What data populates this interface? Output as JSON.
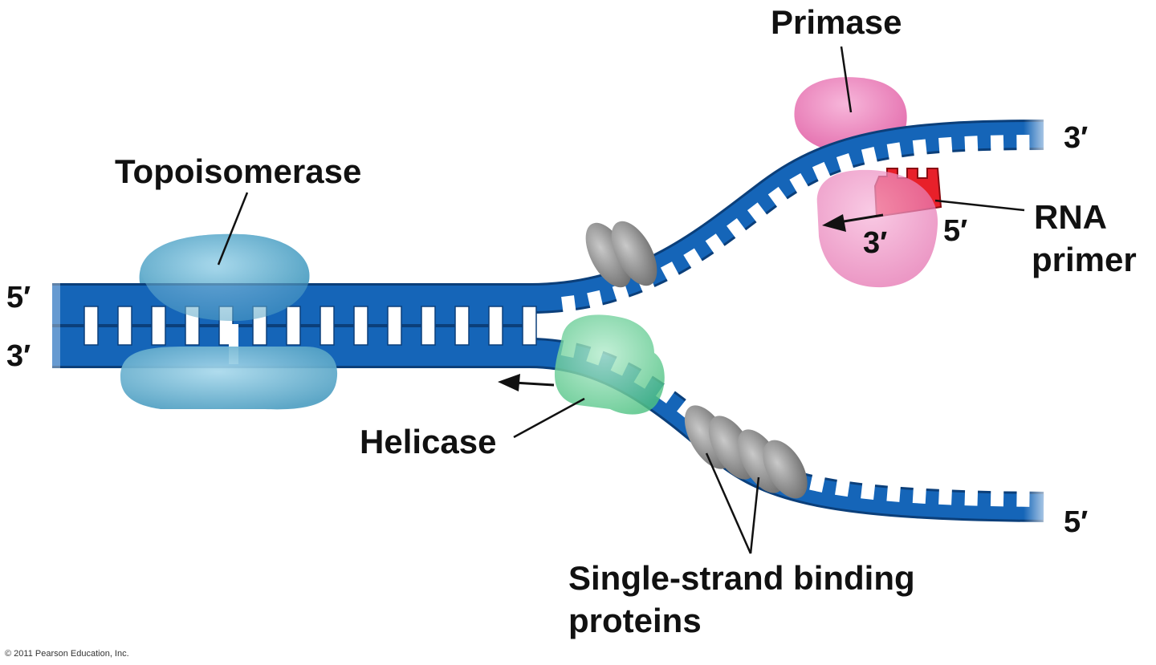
{
  "labels": {
    "primase": "Primase",
    "topoisomerase": "Topoisomerase",
    "rna_primer_line1": "RNA",
    "rna_primer_line2": "primer",
    "helicase": "Helicase",
    "ssb_line1": "Single-strand binding",
    "ssb_line2": "proteins"
  },
  "strand_ends": {
    "left_top": "5′",
    "left_bottom": "3′",
    "right_top": "3′",
    "right_bottom": "5′",
    "primer_left": "3′",
    "primer_right": "5′"
  },
  "copyright": "© 2011 Pearson Education, Inc.",
  "colors": {
    "dna_strand": "#1565b8",
    "dna_outline": "#0b3f7a",
    "topoisomerase": "#6cb6d4",
    "primase": "#f090c4",
    "helicase": "#74d4a0",
    "ssb_protein": "#8a8a8a",
    "rna_primer": "#e8202a"
  }
}
